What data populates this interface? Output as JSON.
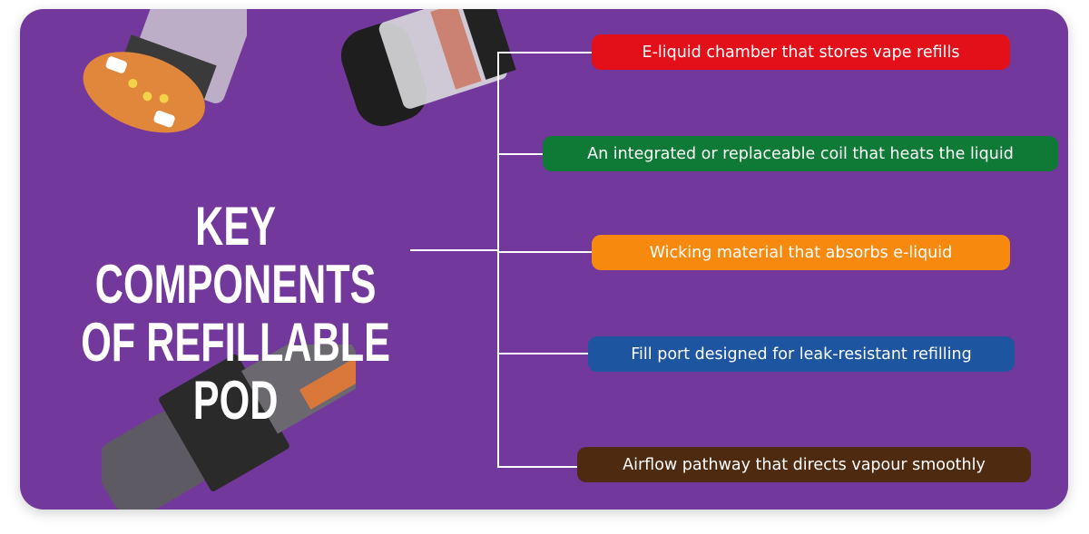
{
  "title": {
    "line1": "KEY COMPONENTS",
    "line2": "OF REFILLABLE POD"
  },
  "components": [
    {
      "label": "E-liquid chamber that stores vape refills",
      "color": "#e3101a"
    },
    {
      "label": "An integrated or replaceable coil that heats the liquid",
      "color": "#0e7a35"
    },
    {
      "label": "Wicking material that absorbs e-liquid",
      "color": "#f7890f"
    },
    {
      "label": "Fill port designed for leak-resistant refilling",
      "color": "#1d55a0"
    },
    {
      "label": "Airflow pathway that directs vapour smoothly",
      "color": "#4e2a10"
    }
  ],
  "background_color": "#72389c"
}
